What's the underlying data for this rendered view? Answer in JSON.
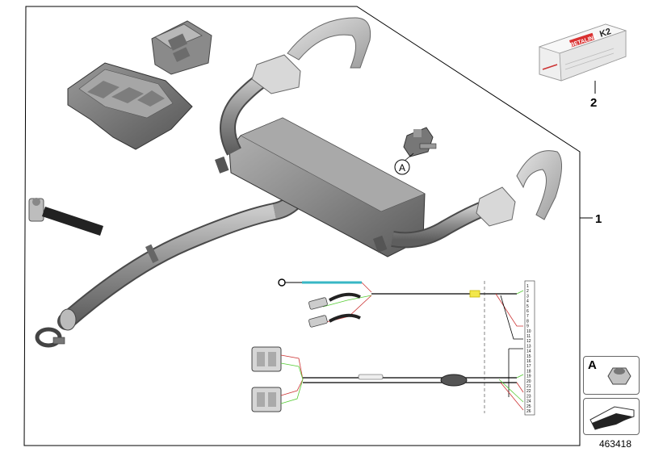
{
  "callouts": {
    "main": "1",
    "pack": "2",
    "marker": "A"
  },
  "pack": {
    "brand": "BETALINK",
    "model": "K2"
  },
  "legend": {
    "letter": "A"
  },
  "harness_pins": [
    "1",
    "2",
    "3",
    "4",
    "5",
    "6",
    "7",
    "8",
    "9",
    "10",
    "11",
    "12",
    "13",
    "14",
    "15",
    "16",
    "17",
    "18",
    "19",
    "20",
    "21",
    "22",
    "23",
    "24",
    "25",
    "26"
  ],
  "image_id": "463418"
}
